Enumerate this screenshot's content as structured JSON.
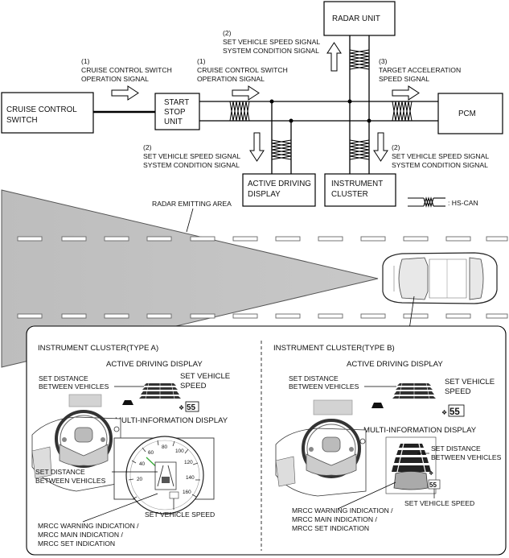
{
  "signals": {
    "s1_num": "(1)",
    "s1_l1": "CRUISE CONTROL SWITCH",
    "s1_l2": "OPERATION SIGNAL",
    "s2_num": "(2)",
    "s2_l1": "SET VEHICLE SPEED SIGNAL",
    "s2_l2": "SYSTEM CONDITION SIGNAL",
    "s3_num": "(3)",
    "s3_l1": "TARGET ACCELERATION",
    "s3_l2": "SPEED SIGNAL"
  },
  "boxes": {
    "radar": "RADAR UNIT",
    "cruise_l1": "CRUISE CONTROL",
    "cruise_l2": "SWITCH",
    "ssu_l1": "START",
    "ssu_l2": "STOP",
    "ssu_l3": "UNIT",
    "pcm": "PCM",
    "add_l1": "ACTIVE DRIVING",
    "add_l2": "DISPLAY",
    "ic_l1": "INSTRUMENT",
    "ic_l2": "CLUSTER"
  },
  "legend": {
    "hscan": ": HS-CAN"
  },
  "road": {
    "radar_area": "RADAR EMITTING AREA"
  },
  "panel_a": {
    "title": "INSTRUMENT CLUSTER(TYPE A)",
    "active_display": "ACTIVE DRIVING DISPLAY",
    "set_distance_l1": "SET DISTANCE",
    "set_distance_l2": "BETWEEN VEHICLES",
    "set_speed_l1": "SET VEHICLE",
    "set_speed_l2": "SPEED",
    "multi_info": "MULTI-INFORMATION DISPLAY",
    "set_distance2_l1": "SET DISTANCE",
    "set_distance2_l2": "BETWEEN VEHICLES",
    "set_vehicle_speed": "SET VEHICLE SPEED",
    "mrcc_l1": "MRCC WARNING INDICATION /",
    "mrcc_l2": "MRCC MAIN INDICATION /",
    "mrcc_l3": "MRCC SET INDICATION",
    "speed_value": "55",
    "gauge_ticks": [
      "20",
      "40",
      "60",
      "80",
      "100",
      "120",
      "140",
      "160"
    ]
  },
  "panel_b": {
    "title": "INSTRUMENT CLUSTER(TYPE B)",
    "active_display": "ACTIVE DRIVING DISPLAY",
    "set_distance_l1": "SET DISTANCE",
    "set_distance_l2": "BETWEEN VEHICLES",
    "set_speed_l1": "SET VEHICLE",
    "set_speed_l2": "SPEED",
    "multi_info": "MULTI-INFORMATION DISPLAY",
    "set_distance2_l1": "SET DISTANCE",
    "set_distance2_l2": "BETWEEN VEHICLES",
    "set_vehicle_speed": "SET VEHICLE SPEED",
    "mrcc_l1": "MRCC WARNING INDICATION /",
    "mrcc_l2": "MRCC MAIN INDICATION /",
    "mrcc_l3": "MRCC SET INDICATION",
    "speed_value": "55",
    "small_speed_value": "55"
  }
}
